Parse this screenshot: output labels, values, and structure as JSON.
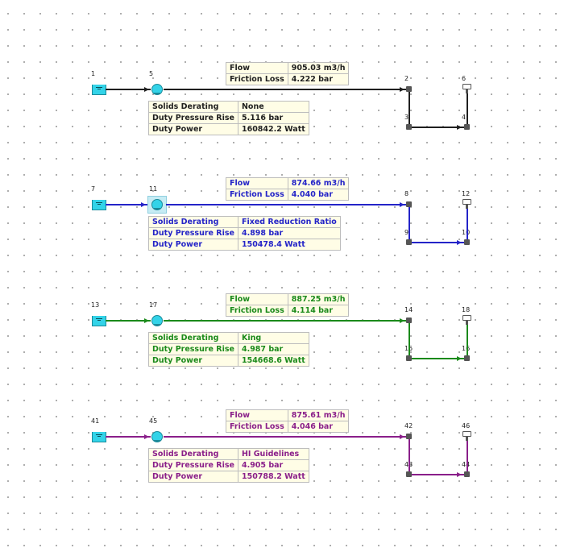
{
  "systems": [
    {
      "color": "#1f1f1f",
      "nodes": {
        "tank": "1",
        "pump": "5",
        "bend1": "2",
        "bend2": "3",
        "bend3": "4",
        "outlet": "6"
      },
      "flow": {
        "label": "Flow",
        "value": "905.03 m3/h"
      },
      "friction": {
        "label": "Friction Loss",
        "value": "4.222 bar"
      },
      "solids": {
        "label": "Solids Derating",
        "value": "None"
      },
      "pressure": {
        "label": "Duty Pressure Rise",
        "value": "5.116 bar"
      },
      "power": {
        "label": "Duty Power",
        "value": "160842.2 Watt"
      }
    },
    {
      "color": "#2424c8",
      "nodes": {
        "tank": "7",
        "pump": "11",
        "bend1": "8",
        "bend2": "9",
        "bend3": "10",
        "outlet": "12"
      },
      "flow": {
        "label": "Flow",
        "value": "874.66 m3/h"
      },
      "friction": {
        "label": "Friction Loss",
        "value": "4.040 bar"
      },
      "solids": {
        "label": "Solids Derating",
        "value": "Fixed Reduction Ratio"
      },
      "pressure": {
        "label": "Duty Pressure Rise",
        "value": "4.898 bar"
      },
      "power": {
        "label": "Duty Power",
        "value": "150478.4 Watt"
      }
    },
    {
      "color": "#1b8a1b",
      "nodes": {
        "tank": "13",
        "pump": "17",
        "bend1": "14",
        "bend2": "15",
        "bend3": "16",
        "outlet": "18"
      },
      "flow": {
        "label": "Flow",
        "value": "887.25 m3/h"
      },
      "friction": {
        "label": "Friction Loss",
        "value": "4.114 bar"
      },
      "solids": {
        "label": "Solids Derating",
        "value": "King"
      },
      "pressure": {
        "label": "Duty Pressure Rise",
        "value": "4.987 bar"
      },
      "power": {
        "label": "Duty Power",
        "value": "154668.6 Watt"
      }
    },
    {
      "color": "#8a1f8a",
      "nodes": {
        "tank": "41",
        "pump": "45",
        "bend1": "42",
        "bend2": "43",
        "bend3": "44",
        "outlet": "46"
      },
      "flow": {
        "label": "Flow",
        "value": "875.61 m3/h"
      },
      "friction": {
        "label": "Friction Loss",
        "value": "4.046 bar"
      },
      "solids": {
        "label": "Solids Derating",
        "value": "HI Guidelines"
      },
      "pressure": {
        "label": "Duty Pressure Rise",
        "value": "4.905 bar"
      },
      "power": {
        "label": "Duty Power",
        "value": "150788.2 Watt"
      }
    }
  ],
  "icons": [
    "tank-icon",
    "pump-icon",
    "elbow-icon",
    "outlet-icon"
  ]
}
